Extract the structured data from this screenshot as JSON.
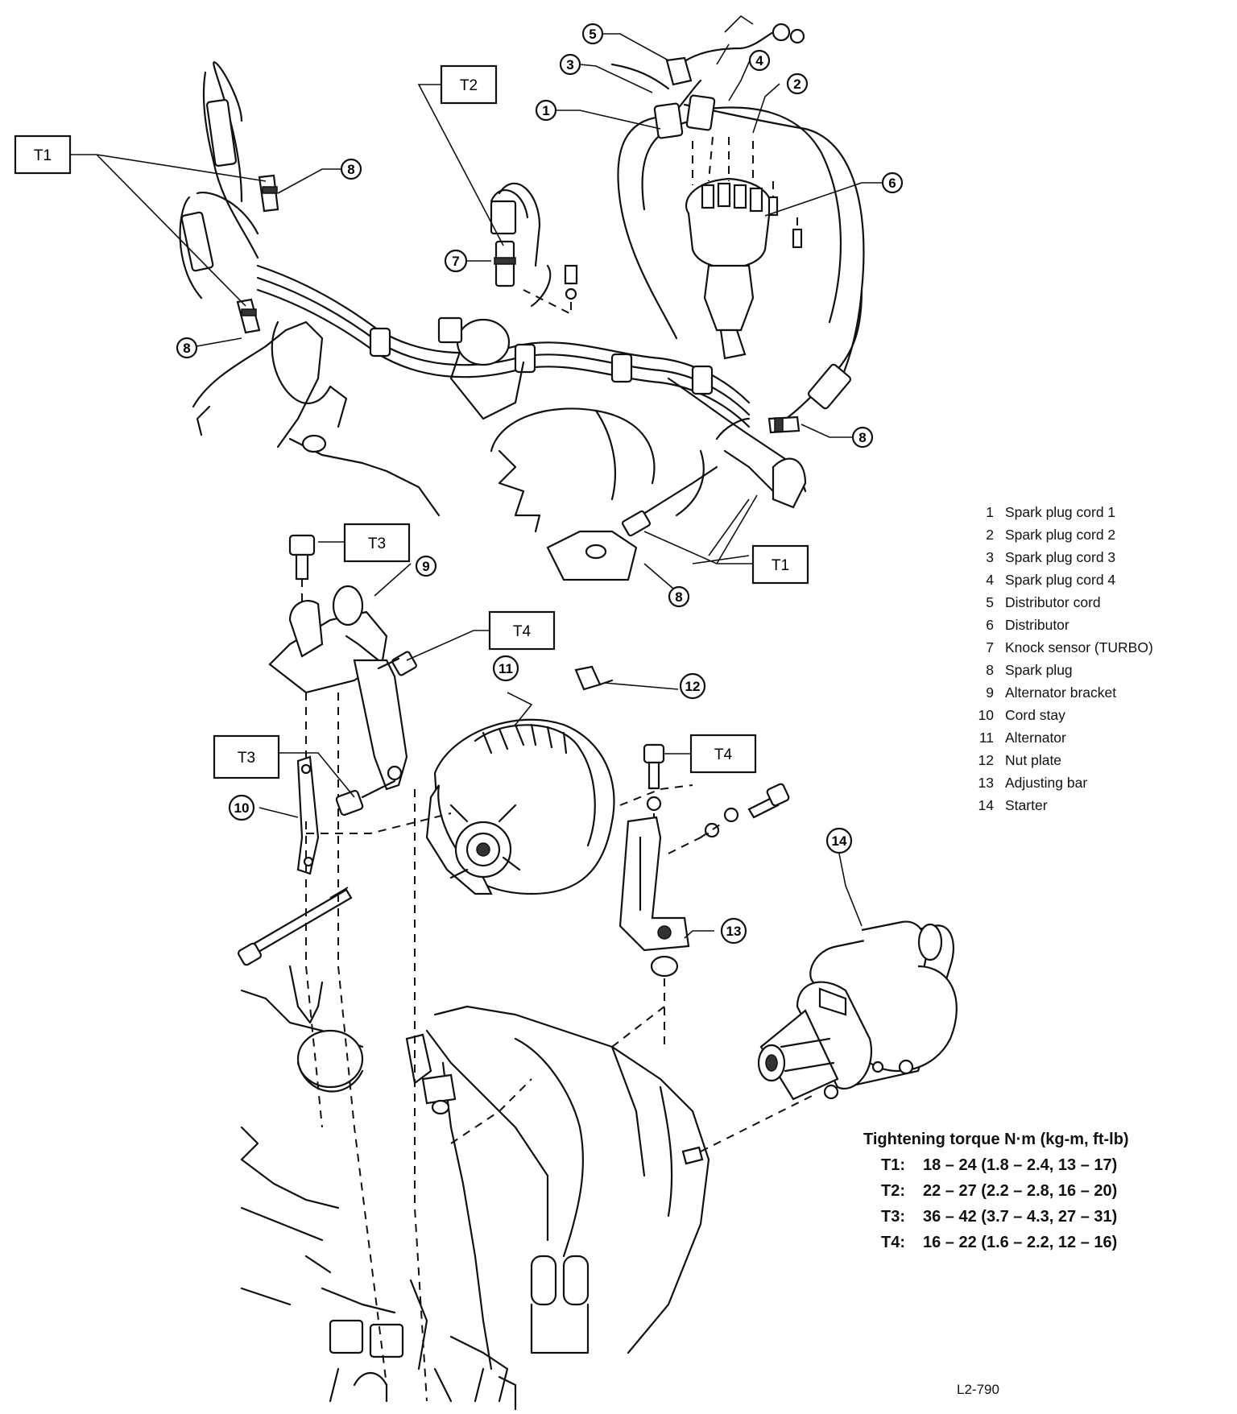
{
  "legend": [
    {
      "num": "1",
      "text": "Spark plug cord 1"
    },
    {
      "num": "2",
      "text": "Spark plug cord 2"
    },
    {
      "num": "3",
      "text": "Spark plug cord 3"
    },
    {
      "num": "4",
      "text": "Spark plug cord 4"
    },
    {
      "num": "5",
      "text": "Distributor cord"
    },
    {
      "num": "6",
      "text": "Distributor"
    },
    {
      "num": "7",
      "text": "Knock sensor (TURBO)"
    },
    {
      "num": "8",
      "text": "Spark plug"
    },
    {
      "num": "9",
      "text": "Alternator bracket"
    },
    {
      "num": "10",
      "text": "Cord stay"
    },
    {
      "num": "11",
      "text": "Alternator"
    },
    {
      "num": "12",
      "text": "Nut plate"
    },
    {
      "num": "13",
      "text": "Adjusting bar"
    },
    {
      "num": "14",
      "text": "Starter"
    }
  ],
  "torque": {
    "title": "Tightening torque  N·m (kg-m, ft-lb)",
    "rows": [
      {
        "key": "T1:",
        "value": "18 – 24 (1.8 – 2.4, 13 – 17)"
      },
      {
        "key": "T2:",
        "value": "22 – 27 (2.2 – 2.8, 16 – 20)"
      },
      {
        "key": "T3:",
        "value": "36 – 42 (3.7 – 4.3, 27 – 31)"
      },
      {
        "key": "T4:",
        "value": "16 – 22 (1.6 – 2.2, 12 – 16)"
      }
    ]
  },
  "figure_id": "L2-790",
  "torque_boxes": {
    "t1a": "T1",
    "t1b": "T1",
    "t2": "T2",
    "t3a": "T3",
    "t3b": "T3",
    "t4a": "T4",
    "t4b": "T4"
  },
  "callouts": {
    "c1": "1",
    "c2": "2",
    "c3": "3",
    "c4": "4",
    "c5": "5",
    "c6": "6",
    "c7": "7",
    "c8a": "8",
    "c8b": "8",
    "c8c": "8",
    "c8d": "8",
    "c9": "9",
    "c10": "10",
    "c11": "11",
    "c12": "12",
    "c13": "13",
    "c14": "14"
  }
}
